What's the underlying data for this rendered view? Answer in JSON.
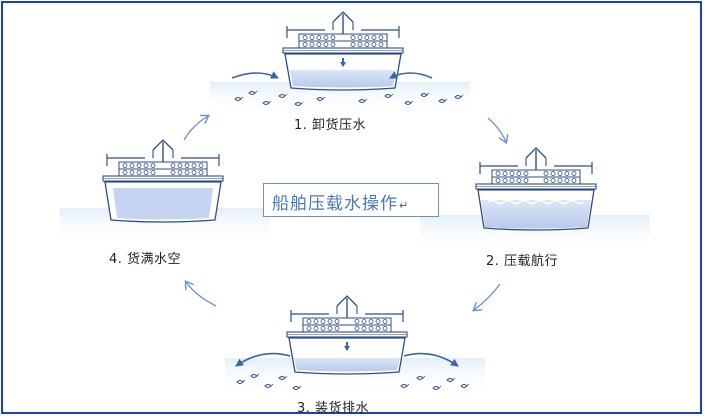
{
  "diagram": {
    "title": "船舶压载水操作",
    "title_mark": "↵",
    "steps": [
      {
        "label": "1. 卸货压水"
      },
      {
        "label": "2. 压载航行"
      },
      {
        "label": "3. 装货排水"
      },
      {
        "label": "4. 货满水空"
      }
    ]
  },
  "colors": {
    "frame": "#1a3fc4",
    "arrow": "#6a93c9",
    "ship_line": "#2f4f86",
    "water": "#bcd7ee",
    "ballast": "#c9d7f2",
    "title_text": "#4a78b8"
  }
}
